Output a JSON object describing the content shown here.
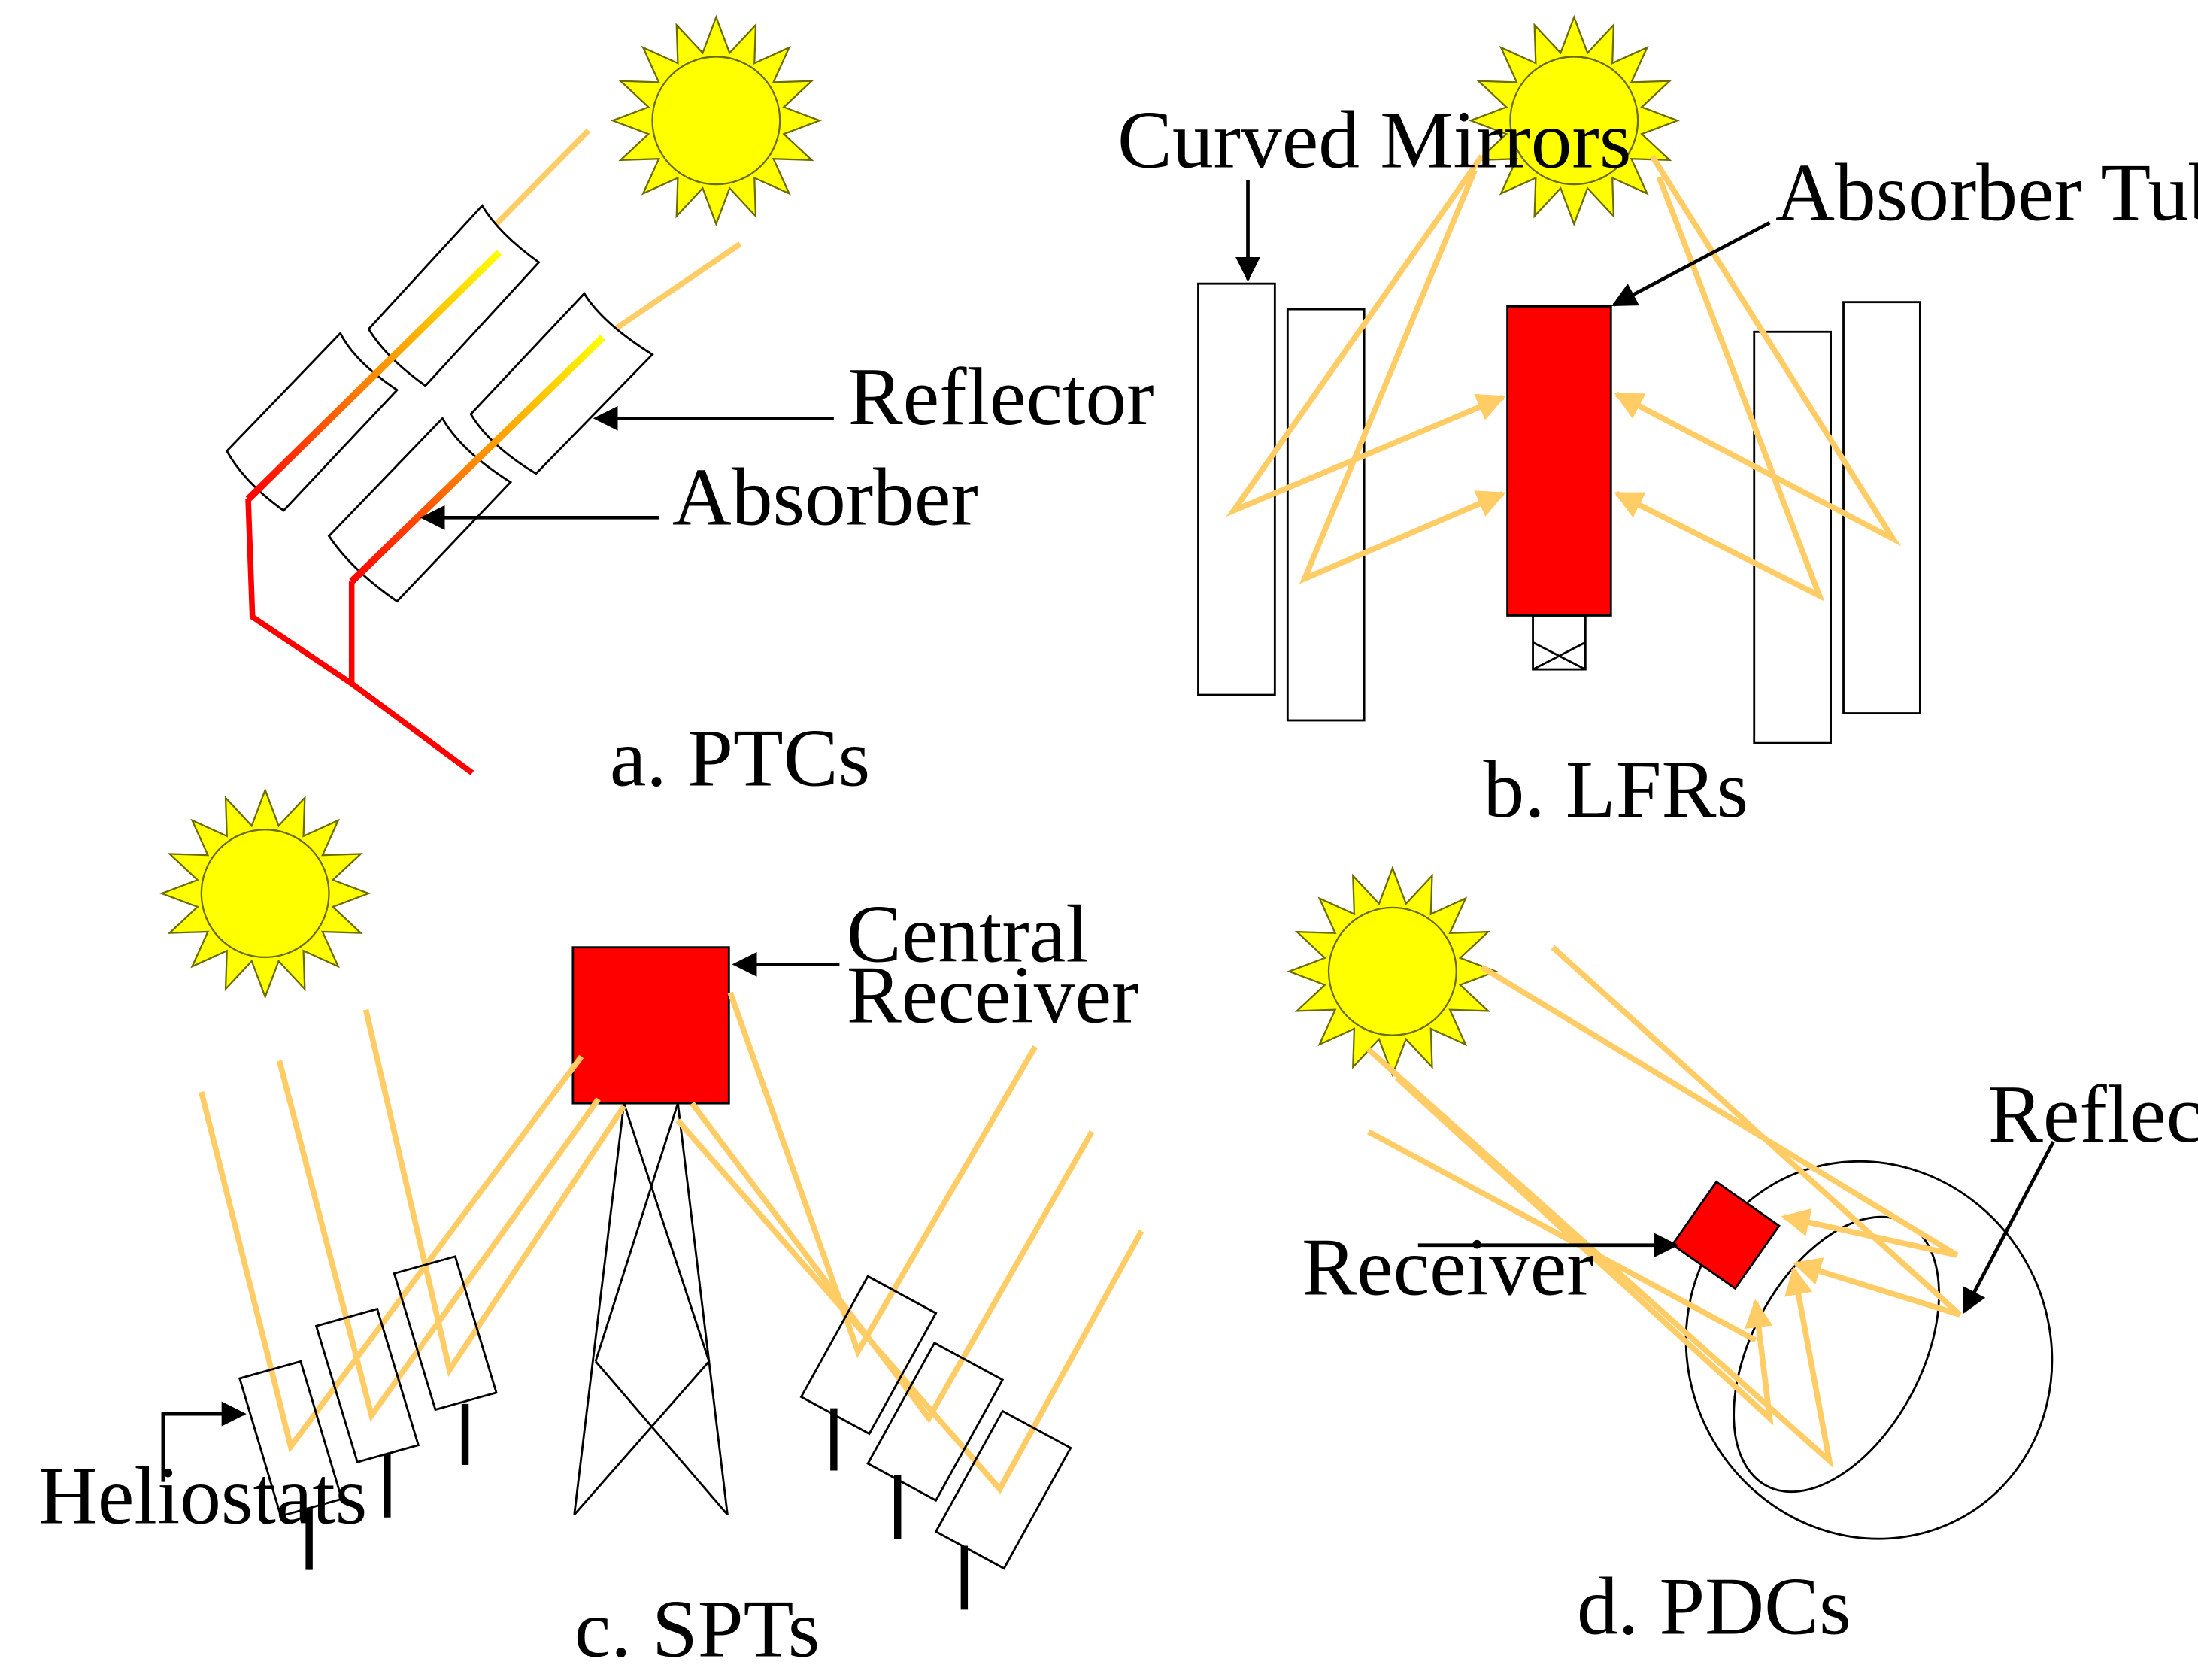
{
  "colors": {
    "sun_fill": "#FFFF00",
    "sun_stroke": "#6B6B00",
    "ray": "#FFCC66",
    "absorber": "#FF0000",
    "absorber_hot": "#FF8000",
    "absorber_cool": "#FFFF00",
    "outline": "#000000"
  },
  "panel_a": {
    "caption": "a. PTCs",
    "labels": {
      "reflector": "Reflector",
      "absorber": "Absorber"
    }
  },
  "panel_b": {
    "caption": "b. LFRs",
    "labels": {
      "curved_mirrors": "Curved Mirrors",
      "absorber_tube": "Absorber Tube"
    }
  },
  "panel_c": {
    "caption": "c. SPTs",
    "labels": {
      "central_receiver_line1": "Central",
      "central_receiver_line2": "Receiver",
      "heliostats": "Heliostats"
    }
  },
  "panel_d": {
    "caption": "d. PDCs",
    "labels": {
      "reflector": "Reflector",
      "receiver": "Receiver"
    }
  }
}
